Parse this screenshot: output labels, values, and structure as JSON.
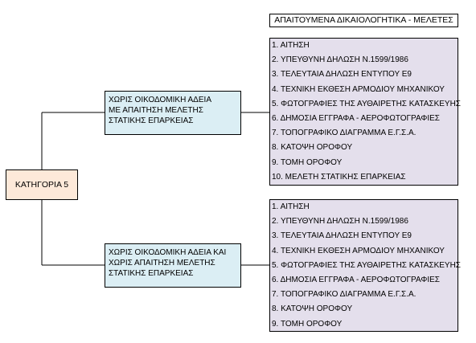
{
  "header": {
    "title": "ΑΠΑΙΤΟΥΜΕΝΑ ΔΙΚΑΙΟΛΟΓΗΤΙΚΑ - ΜΕΛΕΤΕΣ"
  },
  "category": {
    "label": "ΚΑΤΗΓΟΡΙΑ 5"
  },
  "branches": [
    {
      "lines": [
        "ΧΩΡΙΣ ΟΙΚΟΔΟΜΙΚΗ ΑΔΕΙΑ",
        "ΜΕ ΑΠΑΙΤΗΣΗ ΜΕΛΕΤΗΣ",
        "ΣΤΑΤΙΚΗΣ ΕΠΑΡΚΕΙΑΣ"
      ],
      "requirements": [
        "1. ΑΙΤΗΣΗ",
        "2. ΥΠΕΥΘΥΝΗ ΔΗΛΩΣΗ Ν.1599/1986",
        "3. ΤΕΛΕΥΤΑΙΑ ΔΗΛΩΣΗ ΕΝΤΥΠΟΥ Ε9",
        "4. ΤΕΧΝΙΚΗ ΕΚΘΕΣΗ ΑΡΜΟΔΙΟΥ ΜΗΧΑΝΙΚΟΥ",
        "5. ΦΩΤΟΓΡΑΦΙΕΣ ΤΗΣ ΑΥΘΑΙΡΕΤΗΣ ΚΑΤΑΣΚΕΥΗΣ",
        "6. ΔΗΜΟΣΙΑ ΕΓΓΡΑΦΑ - ΑΕΡΟΦΩΤΟΓΡΑΦΙΕΣ",
        "7. ΤΟΠΟΓΡΑΦΙΚΟ ΔΙΑΓΡΑΜΜΑ Ε.Γ.Σ.Α.",
        "8. ΚΑΤΟΨΗ ΟΡΟΦΟΥ",
        "9. ΤΟΜΗ ΟΡΟΦΟΥ",
        "10. ΜΕΛΕΤΗ ΣΤΑΤΙΚΗΣ ΕΠΑΡΚΕΙΑΣ"
      ]
    },
    {
      "lines": [
        "ΧΩΡΙΣ ΟΙΚΟΔΟΜΙΚΗ ΑΔΕΙΑ  ΚΑΙ",
        "ΧΩΡΙΣ ΑΠΑΙΤΗΣΗ ΜΕΛΕΤΗΣ",
        "ΣΤΑΤΙΚΗΣ ΕΠΑΡΚΕΙΑΣ"
      ],
      "requirements": [
        "1. ΑΙΤΗΣΗ",
        "2. ΥΠΕΥΘΥΝΗ ΔΗΛΩΣΗ Ν.1599/1986",
        "3. ΤΕΛΕΥΤΑΙΑ ΔΗΛΩΣΗ ΕΝΤΥΠΟΥ Ε9",
        "4. ΤΕΧΝΙΚΗ ΕΚΘΕΣΗ ΑΡΜΟΔΙΟΥ ΜΗΧΑΝΙΚΟΥ",
        "5. ΦΩΤΟΓΡΑΦΙΕΣ ΤΗΣ ΑΥΘΑΙΡΕΤΗΣ ΚΑΤΑΣΚΕΥΗΣ",
        "6. ΔΗΜΟΣΙΑ ΕΓΓΡΑΦΑ - ΑΕΡΟΦΩΤΟΓΡΑΦΙΕΣ",
        "7. ΤΟΠΟΓΡΑΦΙΚΟ ΔΙΑΓΡΑΜΜΑ Ε.Γ.Σ.Α.",
        "8. ΚΑΤΟΨΗ ΟΡΟΦΟΥ",
        "9. ΤΟΜΗ ΟΡΟΦΟΥ"
      ]
    }
  ],
  "colors": {
    "category_fill": "#fde9d9",
    "branch_fill": "#dbeef4",
    "requirements_fill": "#e4dfec",
    "line": "#000000"
  }
}
